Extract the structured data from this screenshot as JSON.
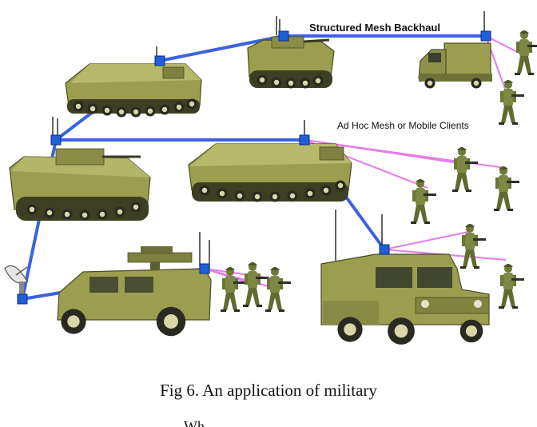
{
  "figure": {
    "labels": {
      "backhaul": "Structured Mesh Backhaul",
      "clients": "Ad Hoc Mesh or Mobile Clients"
    },
    "caption": "Fig 6. An application of military",
    "footer_fragment": "Wh"
  },
  "colors": {
    "mesh_link": "#3a62e0",
    "client_link": "#e77be8",
    "node": "#1f5fd8",
    "vehicle_body": "#9b9e4f",
    "vehicle_dark": "#5d6130",
    "soldier": "#6e7a3a"
  },
  "icons": [
    "armored-vehicle-icon",
    "tracked-vehicle-icon",
    "humvee-icon",
    "truck-icon",
    "soldier-icon",
    "satellite-dish-icon",
    "mesh-node-icon"
  ]
}
